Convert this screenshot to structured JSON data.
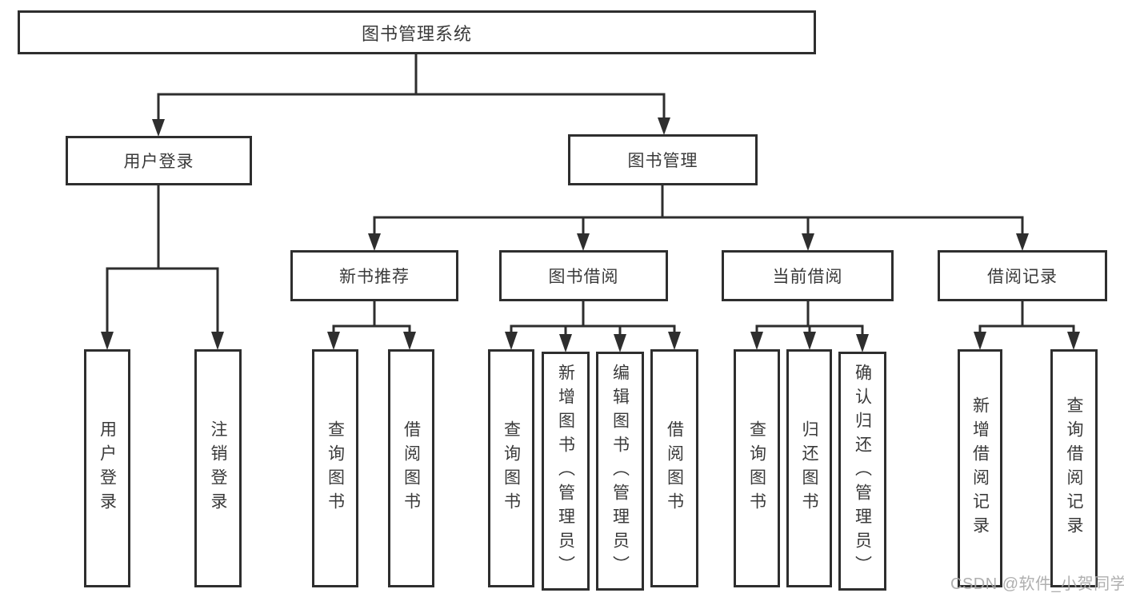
{
  "title": "图书管理系统",
  "branches": {
    "user_login": "用户登录",
    "book_management": "图书管理"
  },
  "modules": [
    {
      "label": "新书推荐"
    },
    {
      "label": "图书借阅"
    },
    {
      "label": "当前借阅"
    },
    {
      "label": "借阅记录"
    }
  ],
  "leaves": [
    "用户登录",
    "注销登录",
    "查询图书",
    "借阅图书",
    "查询图书",
    "新增图书（管理员）",
    "编辑图书（管理员）",
    "借阅图书",
    "查询图书",
    "归还图书",
    "确认归还（管理员）",
    "新增借阅记录",
    "查询借阅记录"
  ],
  "watermark": "CSDN @软件_小贺同学",
  "colors": {
    "line": "#2e2e2e",
    "text": "#3a3a3a",
    "watermark": "#a8a8a8",
    "background": "#ffffff"
  }
}
